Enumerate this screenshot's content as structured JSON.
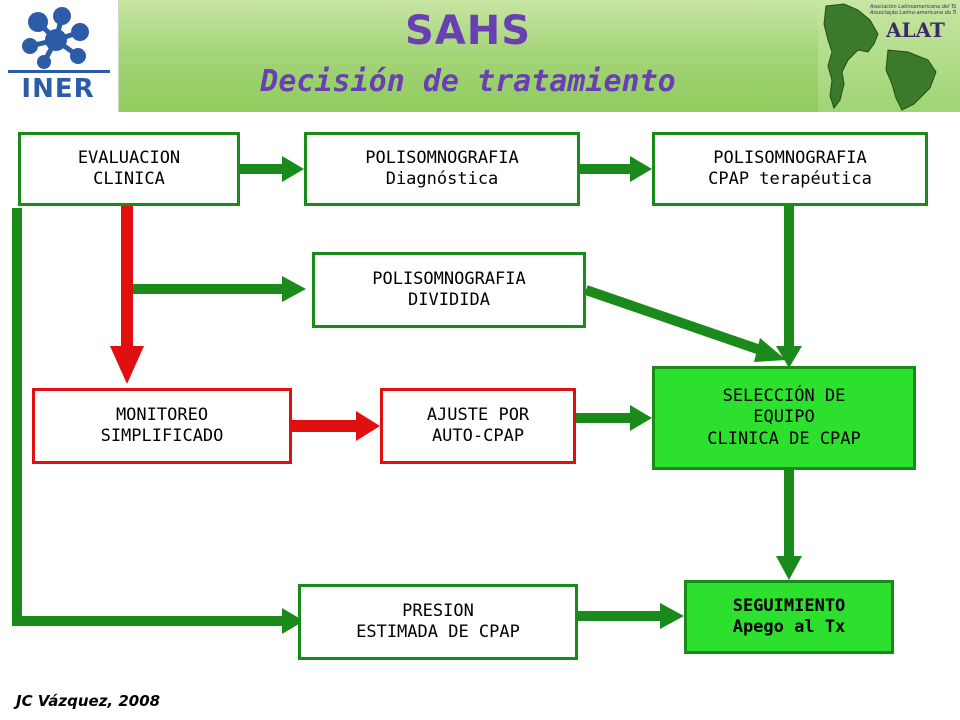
{
  "header": {
    "title": "SAHS",
    "subtitle": "Decisión de tratamiento",
    "logo_left_text": "INER",
    "logo_right_lines": [
      "Asociación Latinoamericana del Tórax",
      "Associação Latino-americana do Tórax"
    ],
    "logo_right_text": "ALAT"
  },
  "nodes": {
    "evaluacion": {
      "lines": [
        "EVALUACION",
        "CLINICA"
      ]
    },
    "psg_diagnostica": {
      "lines": [
        "POLISOMNOGRAFIA",
        "Diagnóstica"
      ]
    },
    "psg_cpap": {
      "lines": [
        "POLISOMNOGRAFIA",
        "CPAP terapéutica"
      ]
    },
    "psg_dividida": {
      "lines": [
        "POLISOMNOGRAFIA",
        "DIVIDIDA"
      ]
    },
    "monitoreo": {
      "lines": [
        "MONITOREO",
        "SIMPLIFICADO"
      ]
    },
    "ajuste": {
      "lines": [
        "AJUSTE POR",
        "AUTO-CPAP"
      ]
    },
    "seleccion": {
      "lines": [
        "SELECCIÓN DE",
        "EQUIPO",
        "CLINICA DE CPAP"
      ]
    },
    "presion": {
      "lines": [
        "PRESION",
        "ESTIMADA DE CPAP"
      ]
    },
    "seguimiento": {
      "lines": [
        "SEGUIMIENTO",
        "Apego al Tx"
      ]
    }
  },
  "colors": {
    "green_arrow": "#1a8a1a",
    "red_arrow": "#e01010",
    "filled_box": "#2ee02e",
    "title": "#6a3fb3"
  },
  "footer": "JC Vázquez, 2008"
}
